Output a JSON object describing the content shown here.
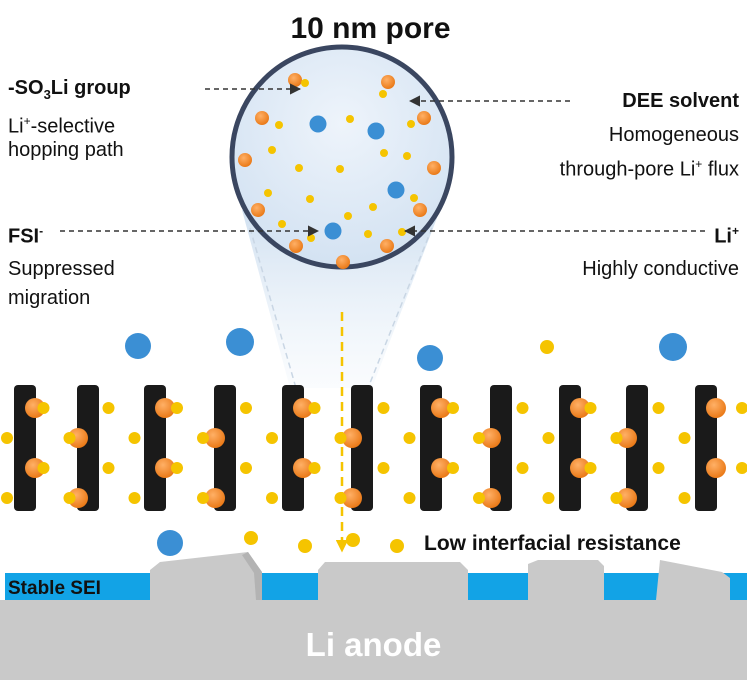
{
  "title": "10 nm pore",
  "labels": {
    "so3li_prefix": "-SO",
    "so3li_sub": "3",
    "so3li_suffix": "Li group",
    "li_sel_prefix": "Li",
    "li_sel_sup": "+",
    "li_sel_suffix": "-selective",
    "hopping": "hopping path",
    "fsi": "FSI",
    "fsi_sup": "-",
    "suppressed": "Suppressed",
    "migration": "migration",
    "dee": "DEE solvent",
    "homogeneous": "Homogeneous",
    "flux_prefix": "through-pore Li",
    "flux_sup": "+",
    "flux_suffix": " flux",
    "li_plus": "Li",
    "li_plus_sup": "+",
    "highly": "Highly conductive",
    "low_res": "Low interfacial resistance",
    "stable_sei": "Stable SEI",
    "li_anode": "Li anode"
  },
  "colors": {
    "li_ion": "#f5c400",
    "so3_group": "#f08a24",
    "fsi_anion": "#3b8fd4",
    "membrane": "#1a1a1a",
    "sei": "#12a3e6",
    "anode": "#c9c9c9",
    "circle_fill": "#dde9f5",
    "circle_border": "#3a4660"
  }
}
